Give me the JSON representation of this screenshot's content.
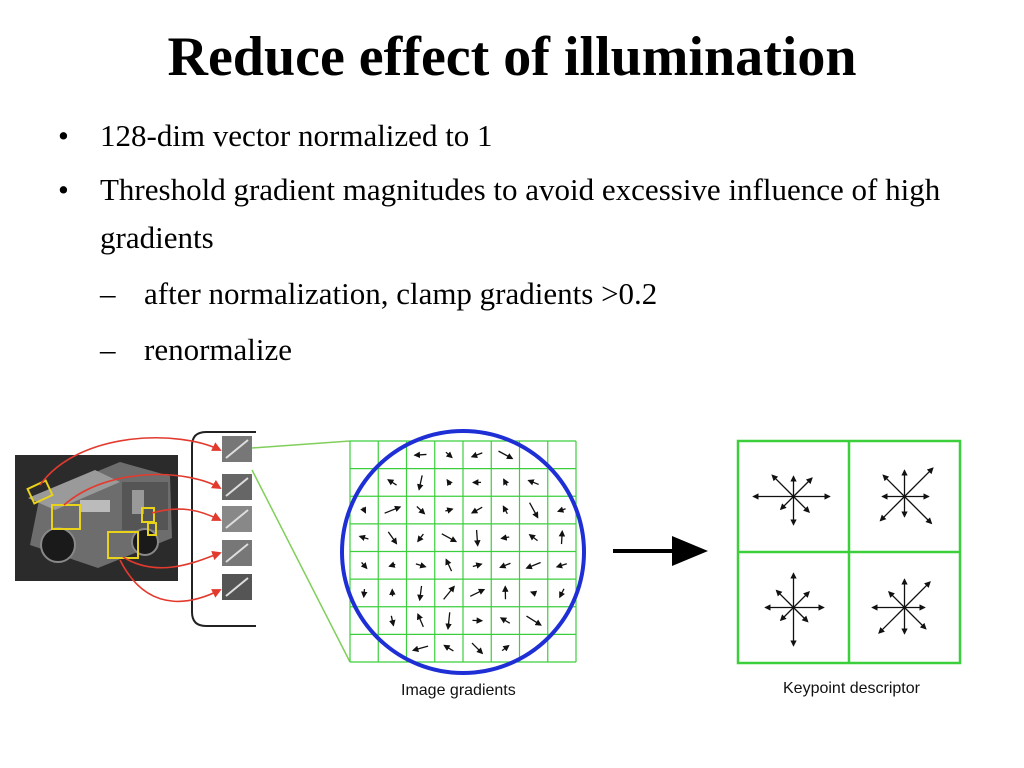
{
  "slide": {
    "title": "Reduce effect of illumination",
    "bullets": [
      {
        "marker": "•",
        "text": "128-dim vector normalized to 1"
      },
      {
        "marker": "•",
        "text": "Threshold gradient magnitudes to avoid excessive influence of high gradients"
      }
    ],
    "sub_bullets": [
      {
        "marker": "–",
        "text": "after normalization, clamp gradients >0.2"
      },
      {
        "marker": "–",
        "text": "renormalize"
      }
    ]
  },
  "figure": {
    "caption_gradients": "Image gradients",
    "caption_descriptor": "Keypoint descriptor",
    "colors": {
      "grid": "#3ccf3c",
      "circle": "#1f2fd6",
      "arrow": "#111111",
      "link_arrows": "#e33a2e",
      "patch_boxes": "#e8d21a",
      "photo_bg": "#2b2b2b"
    }
  }
}
